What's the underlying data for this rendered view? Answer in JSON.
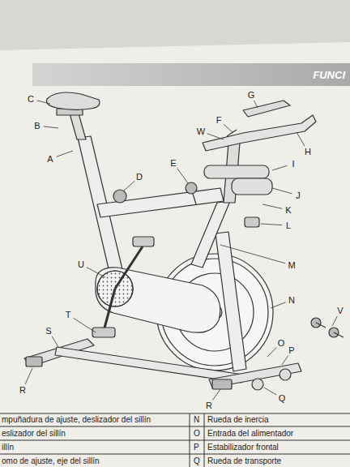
{
  "diagram": {
    "nodes": [
      {
        "text": [
          "FUNCI"
        ]
      }
    ],
    "labels": [
      "C",
      "G",
      "B",
      "F",
      "W",
      "A",
      "H",
      "I",
      "E",
      "D",
      "J",
      "K",
      "L",
      "M",
      "U",
      "N",
      "V",
      "T",
      "S",
      "O",
      "P",
      "R",
      "Q",
      "R",
      "mpuñadura de ajuste, deslizador del sillín",
      "N",
      "Rueda de inercia",
      "eslizador del sillín",
      "O",
      "Entrada del alimentador",
      "illín",
      "P",
      "Estabilizador frontal",
      "omo de ajuste, eje del sillín",
      "Q",
      "Rueda de transporte"
    ]
  }
}
